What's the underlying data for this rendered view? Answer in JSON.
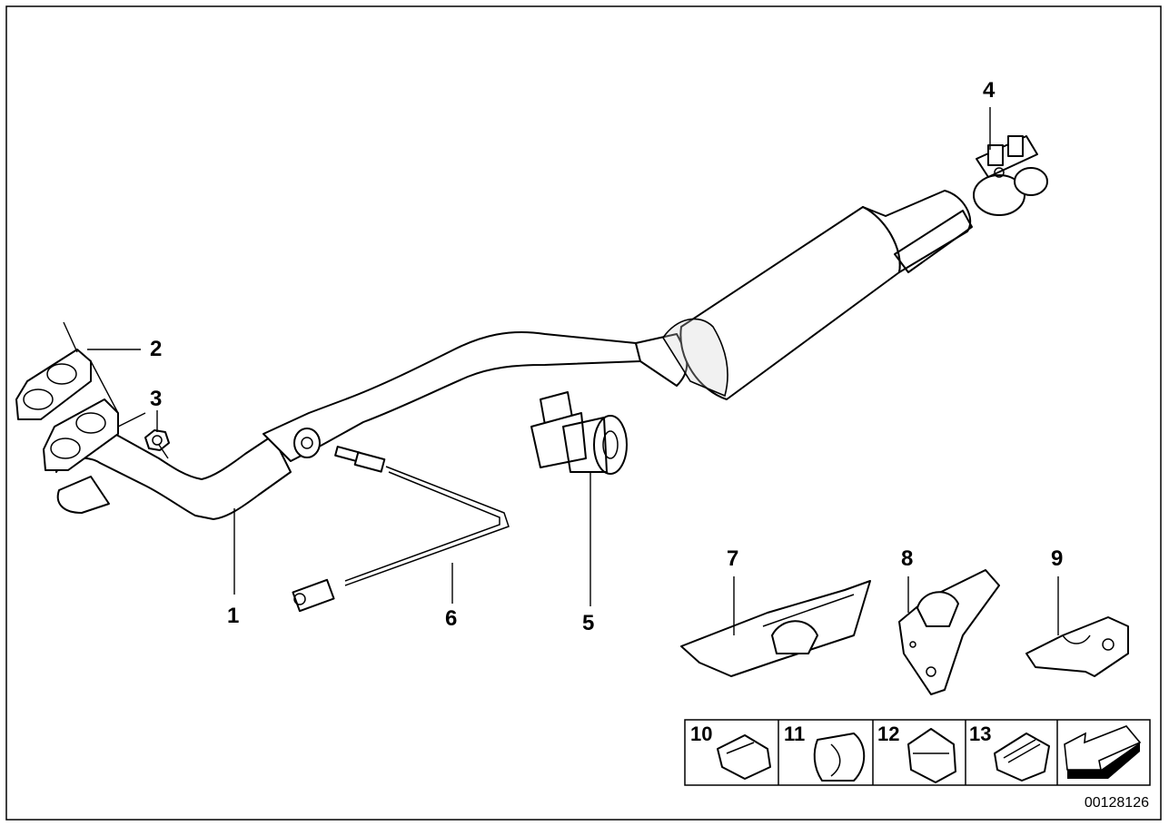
{
  "callouts": [
    {
      "id": "1",
      "text": "1"
    },
    {
      "id": "2",
      "text": "2"
    },
    {
      "id": "3",
      "text": "3"
    },
    {
      "id": "4",
      "text": "4"
    },
    {
      "id": "5",
      "text": "5"
    },
    {
      "id": "6",
      "text": "6"
    },
    {
      "id": "7",
      "text": "7"
    },
    {
      "id": "8",
      "text": "8"
    },
    {
      "id": "9",
      "text": "9"
    }
  ],
  "thumbnails": [
    {
      "id": "10",
      "text": "10"
    },
    {
      "id": "11",
      "text": "11"
    },
    {
      "id": "12",
      "text": "12"
    },
    {
      "id": "13",
      "text": "13"
    }
  ],
  "arrow_icon": "nav-arrow-icon",
  "diagram_id": "00128126"
}
